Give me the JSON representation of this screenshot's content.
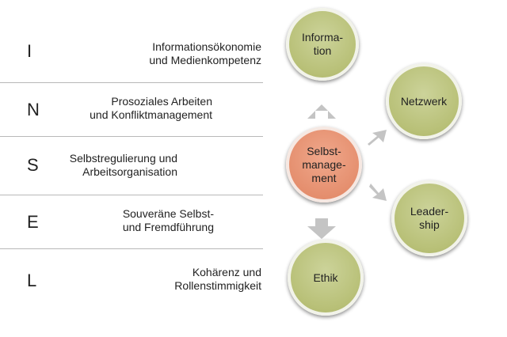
{
  "rows": [
    {
      "letter": "I",
      "desc": "Informationsökonomie\nund Medienkompetenz"
    },
    {
      "letter": "N",
      "desc": "Prosoziales Arbeiten\nund Konfliktmanagement"
    },
    {
      "letter": "S",
      "desc": "Selbstregulierung und\nArbeitsorganisation"
    },
    {
      "letter": "E",
      "desc": "Souveräne Selbst-\nund Fremdführung"
    },
    {
      "letter": "L",
      "desc": "Kohärenz und\nRollenstimmigkeit"
    }
  ],
  "center": {
    "label": "Selbst-\nmanage-\nment"
  },
  "nodes": [
    {
      "label": "Informa-\ntion"
    },
    {
      "label": "Netzwerk"
    },
    {
      "label": "Leader-\nship"
    },
    {
      "label": "Ethik"
    }
  ],
  "colors": {
    "green": "#b8c077",
    "orange": "#e48d6c",
    "arrow": "#c4c4c4",
    "divider": "#b8b8b8"
  }
}
